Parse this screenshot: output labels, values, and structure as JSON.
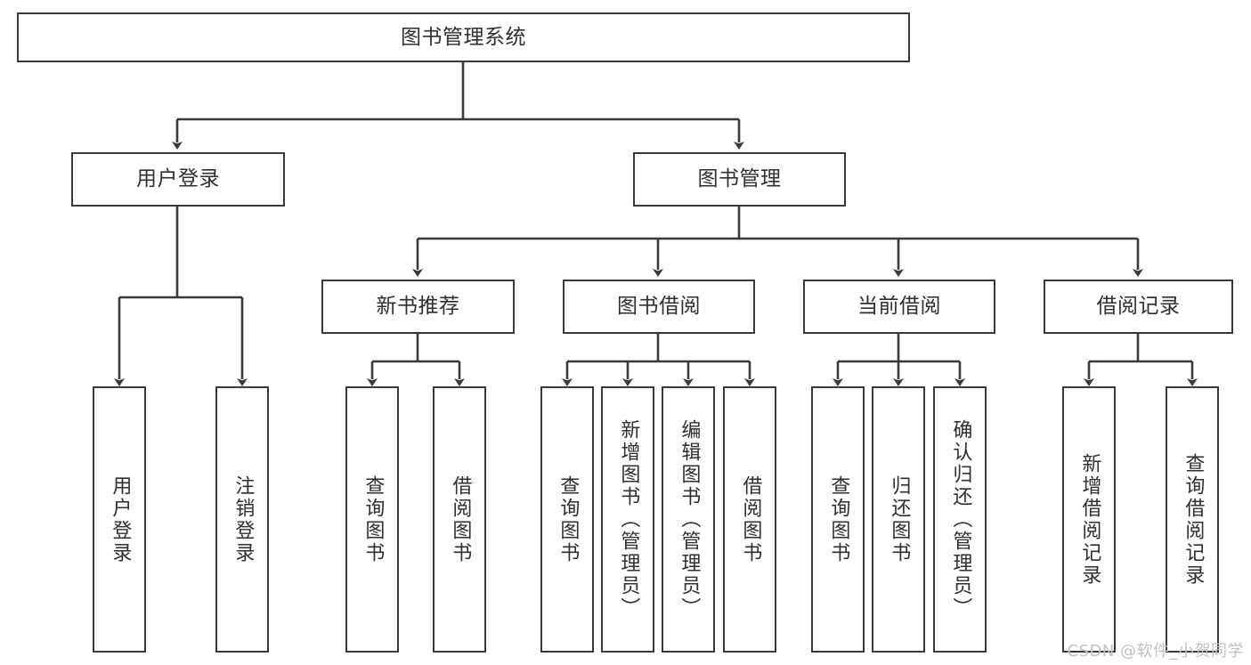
{
  "diagram": {
    "title": "图书管理系统",
    "root": {
      "label": "图书管理系统"
    },
    "level2": [
      {
        "label": "用户登录"
      },
      {
        "label": "图书管理"
      }
    ],
    "level3": [
      {
        "label": "新书推荐"
      },
      {
        "label": "图书借阅"
      },
      {
        "label": "当前借阅"
      },
      {
        "label": "借阅记录"
      }
    ],
    "leaves": {
      "user_login": [
        {
          "label": "用户登录"
        },
        {
          "label": "注销登录"
        }
      ],
      "new_book_recommend": [
        {
          "label": "查询图书"
        },
        {
          "label": "借阅图书"
        }
      ],
      "book_borrow": [
        {
          "label": "查询图书"
        },
        {
          "label": "新增图书（管理员）"
        },
        {
          "label": "编辑图书（管理员）"
        },
        {
          "label": "借阅图书"
        }
      ],
      "current_borrow": [
        {
          "label": "查询图书"
        },
        {
          "label": "归还图书"
        },
        {
          "label": "确认归还（管理员）"
        }
      ],
      "borrow_record": [
        {
          "label": "新增借阅记录"
        },
        {
          "label": "查询借阅记录"
        }
      ]
    }
  },
  "watermark": {
    "text": "CSDN @软件_小贺同学"
  },
  "colors": {
    "border": "#3a3a3a",
    "text": "#2f2f2f",
    "background": "#ffffff",
    "watermark": "#c2c2c2"
  }
}
